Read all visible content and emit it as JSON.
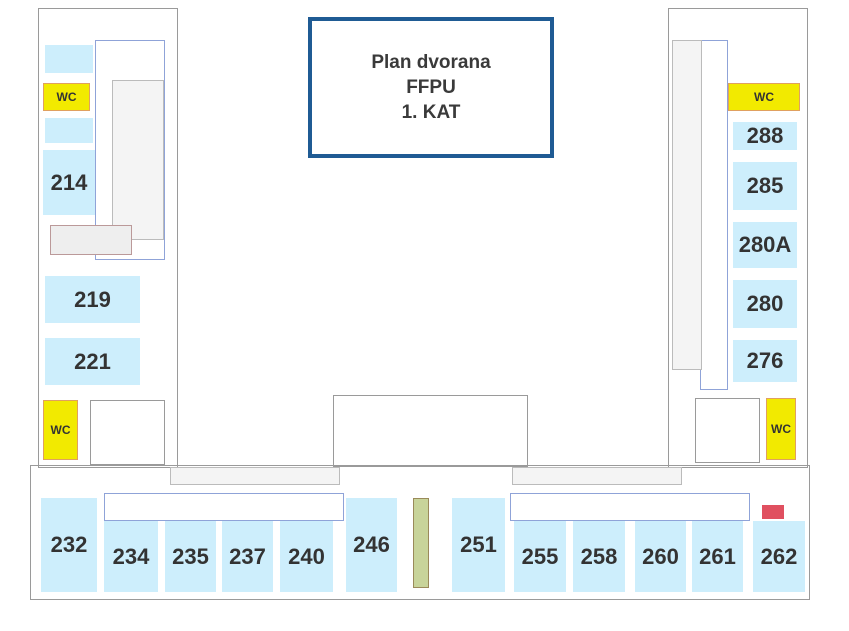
{
  "title": {
    "line1": "Plan dvorana",
    "line2": "FFPU",
    "line3": "1. KAT"
  },
  "rooms_left": [
    "214",
    "219",
    "221"
  ],
  "rooms_right": [
    "288",
    "285",
    "280A",
    "280",
    "276"
  ],
  "rooms_bottom": [
    "232",
    "234",
    "235",
    "237",
    "240",
    "246",
    "251",
    "255",
    "258",
    "260",
    "261",
    "262"
  ],
  "wc_label": "WC",
  "colors": {
    "room": "#cdeefc",
    "wc": "#f2ea00",
    "title_border": "#1f5b94"
  }
}
